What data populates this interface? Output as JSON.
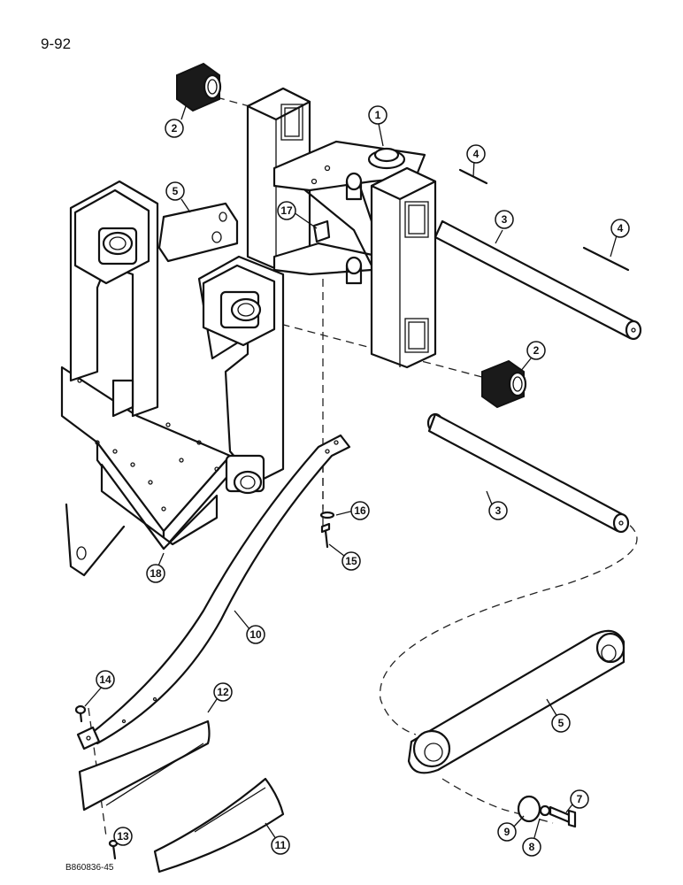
{
  "page_number": "9-92",
  "figure_code": "B860836-45",
  "callouts": [
    {
      "id": "c1",
      "label": "1"
    },
    {
      "id": "c2a",
      "label": "2"
    },
    {
      "id": "c2b",
      "label": "2"
    },
    {
      "id": "c3a",
      "label": "3"
    },
    {
      "id": "c3b",
      "label": "3"
    },
    {
      "id": "c4a",
      "label": "4"
    },
    {
      "id": "c4b",
      "label": "4"
    },
    {
      "id": "c5a",
      "label": "5"
    },
    {
      "id": "c5b",
      "label": "5"
    },
    {
      "id": "c7",
      "label": "7"
    },
    {
      "id": "c8",
      "label": "8"
    },
    {
      "id": "c9",
      "label": "9"
    },
    {
      "id": "c10",
      "label": "10"
    },
    {
      "id": "c11",
      "label": "11"
    },
    {
      "id": "c12",
      "label": "12"
    },
    {
      "id": "c13",
      "label": "13"
    },
    {
      "id": "c14",
      "label": "14"
    },
    {
      "id": "c15",
      "label": "15"
    },
    {
      "id": "c16",
      "label": "16"
    },
    {
      "id": "c17",
      "label": "17"
    },
    {
      "id": "c18",
      "label": "18"
    }
  ]
}
